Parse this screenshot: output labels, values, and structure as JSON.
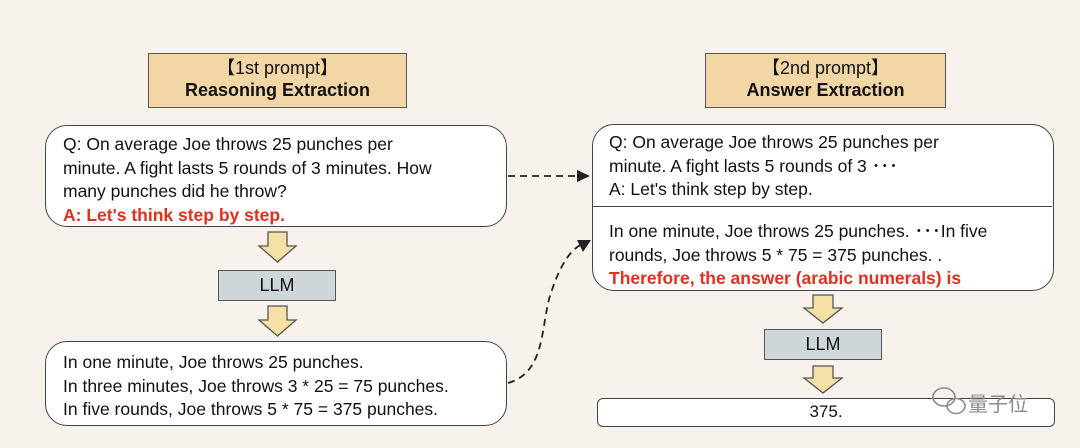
{
  "prompt1": {
    "header_line1": "【1st prompt】",
    "header_line2": "Reasoning Extraction",
    "question_lines": [
      "Q: On average Joe throws 25 punches per",
      "minute.  A fight lasts 5 rounds of 3 minutes.  How",
      "many punches did he throw?"
    ],
    "trigger": "A: Let's think step by step.",
    "llm_label": "LLM",
    "output_lines": [
      "In one minute, Joe throws 25 punches.",
      "In three minutes, Joe throws 3 * 25 = 75 punches.",
      "In five rounds, Joe throws 5 * 75 = 375 punches."
    ]
  },
  "prompt2": {
    "header_line1": "【2nd prompt】",
    "header_line2": "Answer Extraction",
    "question_lines": [
      "Q: On average Joe throws 25 punches per",
      "minute.  A fight lasts 5 rounds of 3 ･･･",
      "A: Let's think step by step."
    ],
    "reasoning_lines": [
      "In one minute, Joe throws 25 punches. ･･･In five",
      "rounds, Joe throws 5 * 75 = 375 punches. ."
    ],
    "trigger": "Therefore, the answer (arabic numerals) is",
    "llm_label": "LLM",
    "answer": "375."
  },
  "watermark": "量子位",
  "colors": {
    "header_fill": "#f2d6a6",
    "llm_fill": "#cfd6d9",
    "arrow_fill": "#f5e1a6",
    "highlight_red": "#e0301e",
    "background": "#f7f3ec"
  }
}
